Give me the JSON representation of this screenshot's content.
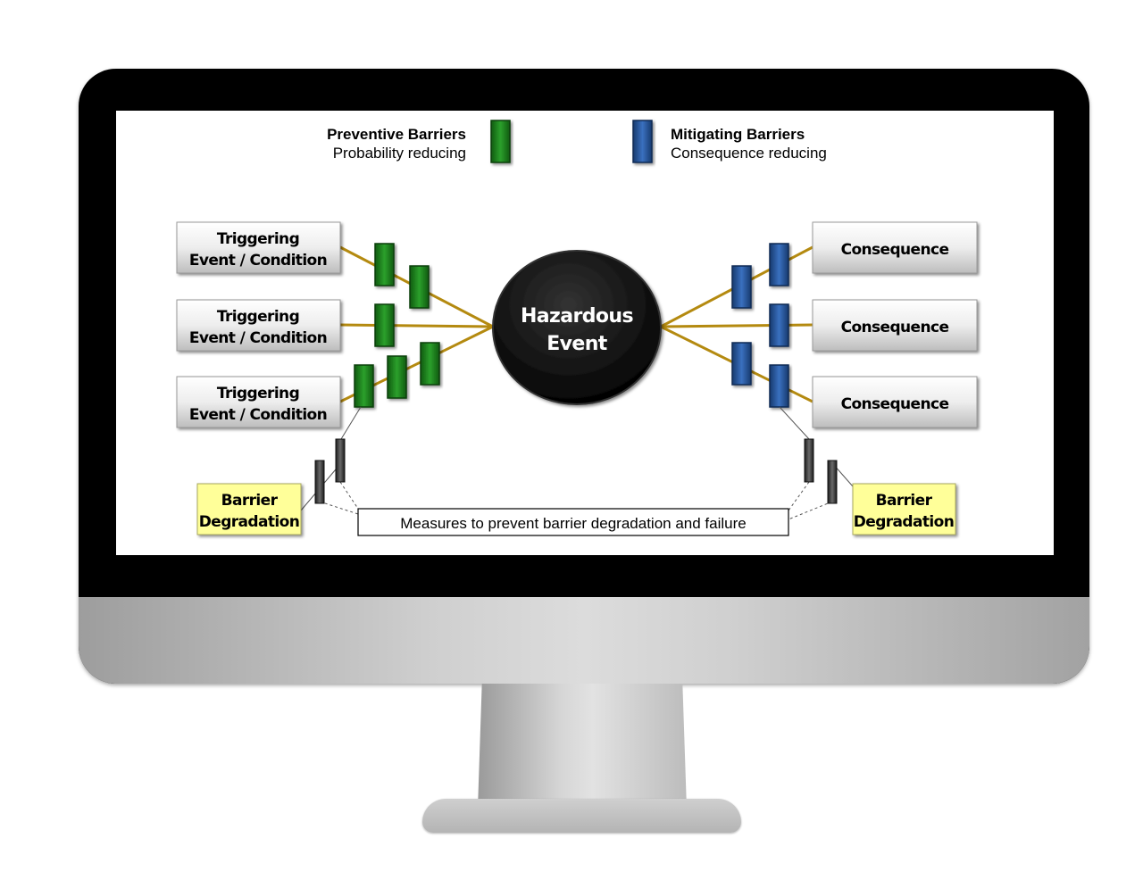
{
  "legend": {
    "preventive": {
      "title": "Preventive Barriers",
      "subtitle": "Probability reducing",
      "color": "#1f8a1f"
    },
    "mitigating": {
      "title": "Mitigating Barriers",
      "subtitle": "Consequence reducing",
      "color": "#2a5aa0"
    }
  },
  "triggers": [
    {
      "line1": "Triggering",
      "line2": "Event / Condition"
    },
    {
      "line1": "Triggering",
      "line2": "Event / Condition"
    },
    {
      "line1": "Triggering",
      "line2": "Event / Condition"
    }
  ],
  "hazard": {
    "line1": "Hazardous",
    "line2": "Event"
  },
  "consequences": [
    {
      "label": "Consequence"
    },
    {
      "label": "Consequence"
    },
    {
      "label": "Consequence"
    }
  ],
  "degradation": {
    "left": {
      "line1": "Barrier",
      "line2": "Degradation"
    },
    "right": {
      "line1": "Barrier",
      "line2": "Degradation"
    }
  },
  "measures_label": "Measures to prevent barrier degradation and failure",
  "colors": {
    "connector": "#b48a10",
    "degradation_fill": "#ffff99",
    "hazard_fill": "#000000",
    "degradation_barrier": "#3a3a3a"
  }
}
